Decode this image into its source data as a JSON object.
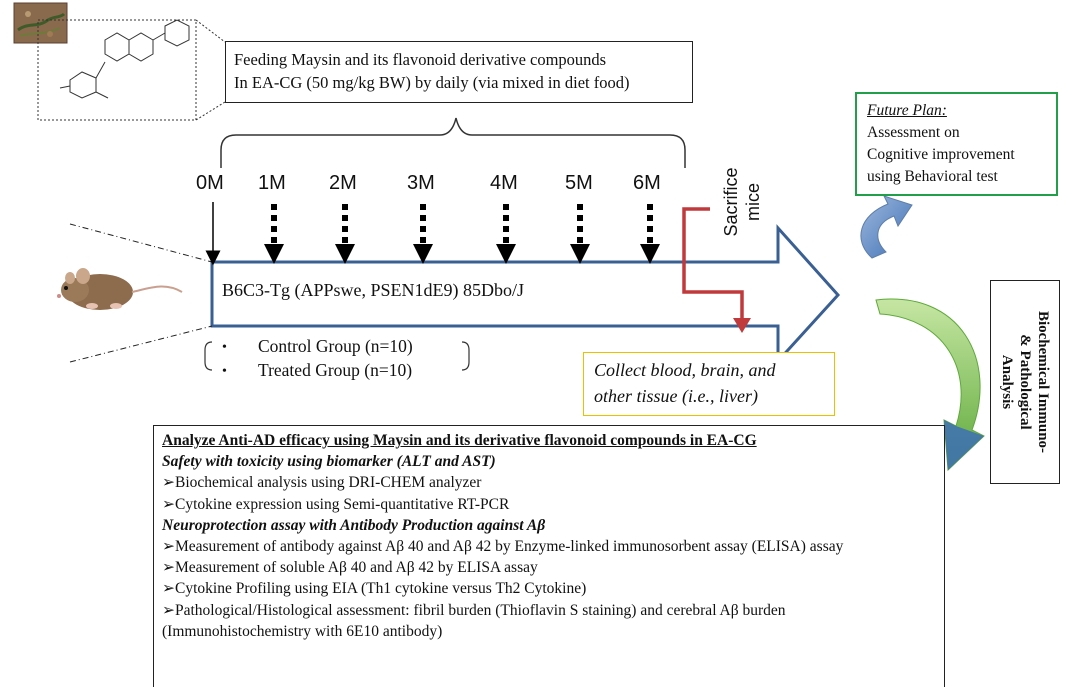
{
  "feeding": {
    "line1": "Feeding Maysin and its flavonoid derivative compounds",
    "line2": "In EA-CG (50 mg/kg BW) by daily (via mixed in diet food)"
  },
  "timeline": {
    "months": [
      "0M",
      "1M",
      "2M",
      "3M",
      "4M",
      "5M",
      "6M"
    ],
    "sacrifice": [
      "Sacrifice",
      "mice"
    ],
    "strain": "B6C3-Tg (APPswe, PSEN1dE9) 85Dbo/J"
  },
  "groups": {
    "control": "Control Group (n=10)",
    "treated": "Treated  Group (n=10)",
    "bullet": "•"
  },
  "collect": {
    "line1": "Collect blood, brain, and",
    "line2": "other tissue (i.e., liver)"
  },
  "future_plan": {
    "title": "Future Plan:",
    "line1": "Assessment on",
    "line2": "Cognitive improvement",
    "line3": "using Behavioral test"
  },
  "biochemical": {
    "line1": "Biochemical Immuno-",
    "line2": "& Pathological",
    "line3": "Analysis"
  },
  "analysis": {
    "title": "Analyze Anti-AD  efficacy using Maysin and its derivative flavonoid compounds  in EA-CG",
    "safety_heading": "Safety with toxicity using biomarker (ALT and AST)",
    "safety_items": [
      "➢Biochemical analysis using DRI-CHEM analyzer",
      "➢Cytokine expression using Semi-quantitative RT-PCR"
    ],
    "neuro_heading": "Neuroprotection assay with Antibody Production against Aβ",
    "neuro_items": [
      "➢Measurement of antibody against Aβ 40 and Aβ 42 by Enzyme-linked immunosorbent assay (ELISA) assay",
      "➢Measurement of soluble Aβ 40 and Aβ 42 by ELISA assay",
      "➢Cytokine Profiling  using EIA (Th1 cytokine versus Th2 Cytokine)",
      "➢Pathological/Histological assessment: fibril burden (Thioflavin S staining) and cerebral Aβ burden (Immunohistochemistry with 6E10 antibody)"
    ]
  },
  "colors": {
    "timeline_arrow": "#3a5f93",
    "red_arrow": "#c0393b",
    "future_border": "#21a049",
    "collect_border": "#e8c200",
    "curved_arrow_blue": "#3d6fb5",
    "curved_arrow_green": "#7cc33f"
  },
  "icons": [
    "corn-silk-photo",
    "flavonoid-structure",
    "mouse-image"
  ]
}
